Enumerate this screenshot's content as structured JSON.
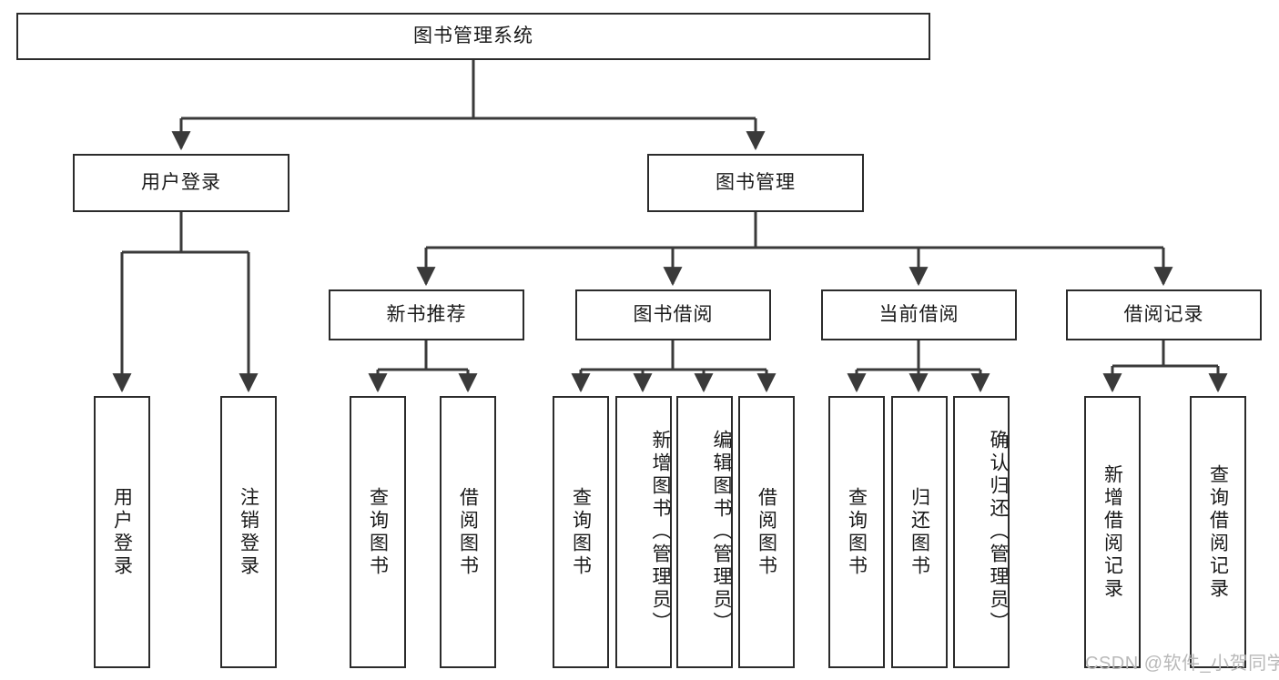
{
  "diagram": {
    "title": "图书管理系统",
    "watermark": "CSDN @软件_小贺同学",
    "colors": {
      "box_border": "#2b2b2b",
      "box_fill": "#ffffff",
      "connector": "#3a3a3a",
      "text": "#1a1a1a",
      "watermark": "#b9b9b9",
      "background": "#ffffff"
    },
    "root": {
      "label": "图书管理系统"
    },
    "level2": [
      {
        "label": "用户登录"
      },
      {
        "label": "图书管理"
      }
    ],
    "level3": [
      {
        "label": "新书推荐"
      },
      {
        "label": "图书借阅"
      },
      {
        "label": "当前借阅"
      },
      {
        "label": "借阅记录"
      }
    ],
    "leaves": {
      "user_login": [
        {
          "label": "用户登录"
        },
        {
          "label": "注销登录"
        }
      ],
      "new_book_recommend": [
        {
          "label": "查询图书"
        },
        {
          "label": "借阅图书"
        }
      ],
      "book_borrow": [
        {
          "label": "查询图书"
        },
        {
          "label": "新增图书（管理员）"
        },
        {
          "label": "编辑图书（管理员）"
        },
        {
          "label": "借阅图书"
        }
      ],
      "current_borrow": [
        {
          "label": "查询图书"
        },
        {
          "label": "归还图书"
        },
        {
          "label": "确认归还（管理员）"
        }
      ],
      "borrow_record": [
        {
          "label": "新增借阅记录"
        },
        {
          "label": "查询借阅记录"
        }
      ]
    }
  }
}
